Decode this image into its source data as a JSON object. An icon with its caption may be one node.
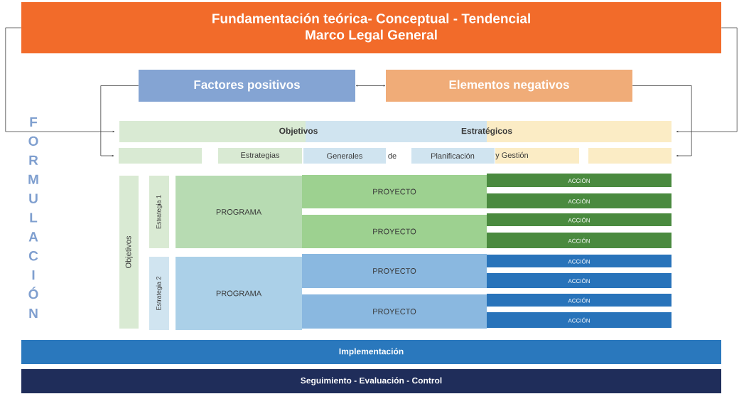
{
  "diagram": {
    "nodes": [
      {
        "text": [
          "Fundamentación teórica- Conceptual - Tendencial",
          "Marco Legal General"
        ]
      },
      {
        "text": [
          "Factores positivos"
        ]
      },
      {
        "text": [
          "Elementos negativos"
        ]
      },
      {
        "text": [
          "Objetivos",
          "Estratégicos"
        ]
      },
      {
        "text": [
          "Estrategias",
          "Generales",
          "de",
          "Planificación",
          "y Gestión"
        ]
      },
      {
        "text": [
          "Objetivos"
        ]
      },
      {
        "text": [
          "Estrategia 1"
        ]
      },
      {
        "text": [
          "PROGRAMA"
        ]
      },
      {
        "text": [
          "PROYECTO"
        ]
      },
      {
        "text": [
          "PROYECTO"
        ]
      },
      {
        "text": [
          "ACCIÓN"
        ]
      },
      {
        "text": [
          "ACCIÓN"
        ]
      },
      {
        "text": [
          "ACCIÓN"
        ]
      },
      {
        "text": [
          "ACCIÓN"
        ]
      },
      {
        "text": [
          "Estrategia 2"
        ]
      },
      {
        "text": [
          "PROGRAMA"
        ]
      },
      {
        "text": [
          "PROYECTO"
        ]
      },
      {
        "text": [
          "PROYECTO"
        ]
      },
      {
        "text": [
          "ACCIÓN"
        ]
      },
      {
        "text": [
          "ACCIÓN"
        ]
      },
      {
        "text": [
          "ACCIÓN"
        ]
      },
      {
        "text": [
          "ACCIÓN"
        ]
      },
      {
        "text": [
          "Implementación"
        ]
      },
      {
        "text": [
          "Seguimiento - Evaluación - Control"
        ]
      }
    ],
    "edges": [
      {
        "from": 0,
        "to": 3,
        "arrow": "to"
      },
      {
        "from": 0,
        "to": 3,
        "arrow": "to"
      },
      {
        "from": 1,
        "to": 2,
        "arrow": "both"
      },
      {
        "from": 1,
        "to": 4,
        "arrow": "to"
      },
      {
        "from": 2,
        "to": 4,
        "arrow": "to"
      }
    ],
    "labels": [
      "FORMULACIÓN"
    ]
  }
}
